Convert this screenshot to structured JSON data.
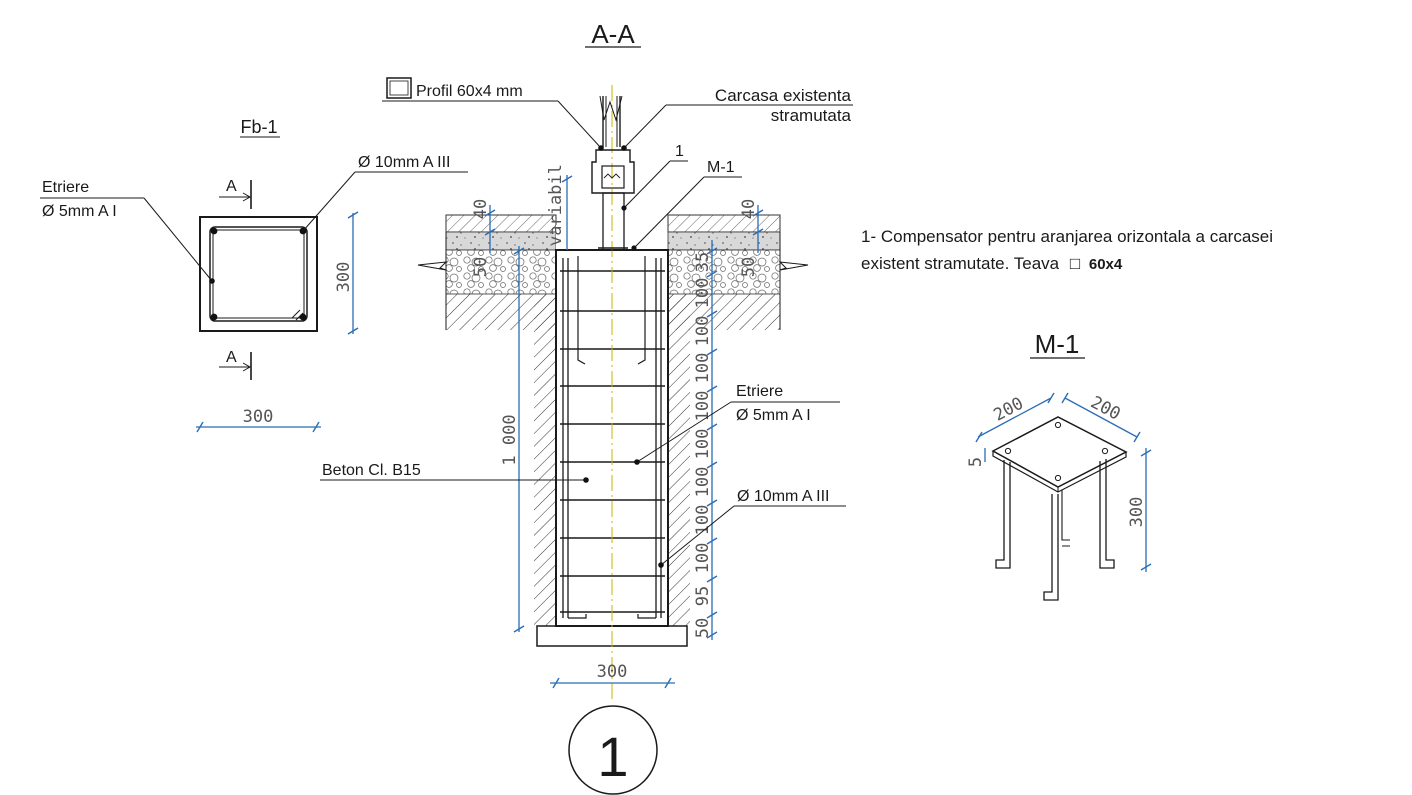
{
  "section_title": "A-A",
  "fb1": {
    "title": "Fb-1",
    "stirrups_label_1": "Etriere",
    "stirrups_label_2": "Ø 5mm A I",
    "rebar_label": "Ø 10mm A III",
    "section_mark": "A",
    "dim_height": "300",
    "dim_width": "300"
  },
  "section": {
    "profile_label": "Profil 60x4 mm",
    "frame_label_1": "Carcasa existenta",
    "frame_label_2": "stramutata",
    "callout_1": "1",
    "callout_m1": "M-1",
    "variable_label": "variabil",
    "dim_40_left": "40",
    "dim_50_left": "50",
    "dim_40_right": "40",
    "dim_50_right": "50",
    "dim_35": "35",
    "dim_100": "100",
    "dim_95": "95",
    "dim_50_bottom": "50",
    "dim_1000": "1 000",
    "dim_300_base": "300",
    "stirrups_label_1": "Etriere",
    "stirrups_label_2": "Ø 5mm A I",
    "concrete_label": "Beton Cl. B15",
    "rebar_label": "Ø 10mm A III",
    "detail_number": "1"
  },
  "note": {
    "line_1": "1- Compensator pentru aranjarea orizontala a carcasei",
    "line_2_text": "existent stramutate. Teava",
    "line_2_symbol": "□",
    "line_2_size": "60x4"
  },
  "m1": {
    "title": "M-1",
    "dim_left": "200",
    "dim_right": "200",
    "dim_thickness": "5",
    "dim_height": "300"
  }
}
